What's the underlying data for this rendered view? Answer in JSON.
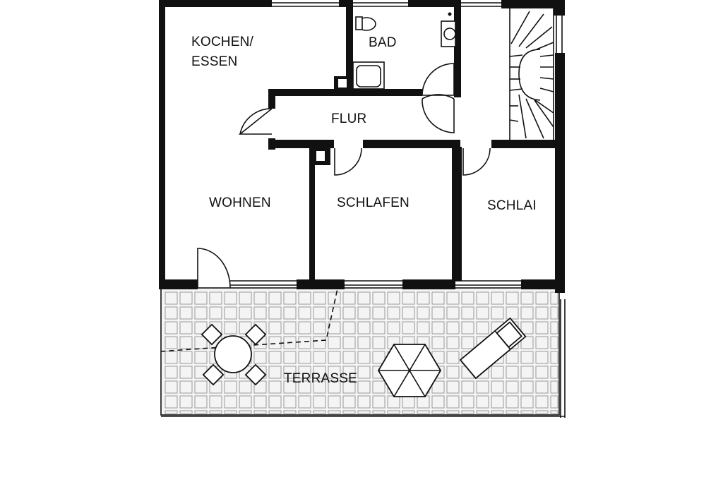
{
  "rooms": {
    "kitchen_line1": "KOCHEN/",
    "kitchen_line2": "ESSEN",
    "bath": "BAD",
    "hall": "FLUR",
    "living": "WOHNEN",
    "bedroom1": "SCHLAFEN",
    "bedroom2": "SCHLAI",
    "terrace": "TERRASSE"
  },
  "icons": [
    "toilet-icon",
    "sink-icon",
    "bathtub-icon",
    "staircase-icon",
    "table-chairs-icon",
    "parasol-icon",
    "sun-lounger-icon"
  ]
}
